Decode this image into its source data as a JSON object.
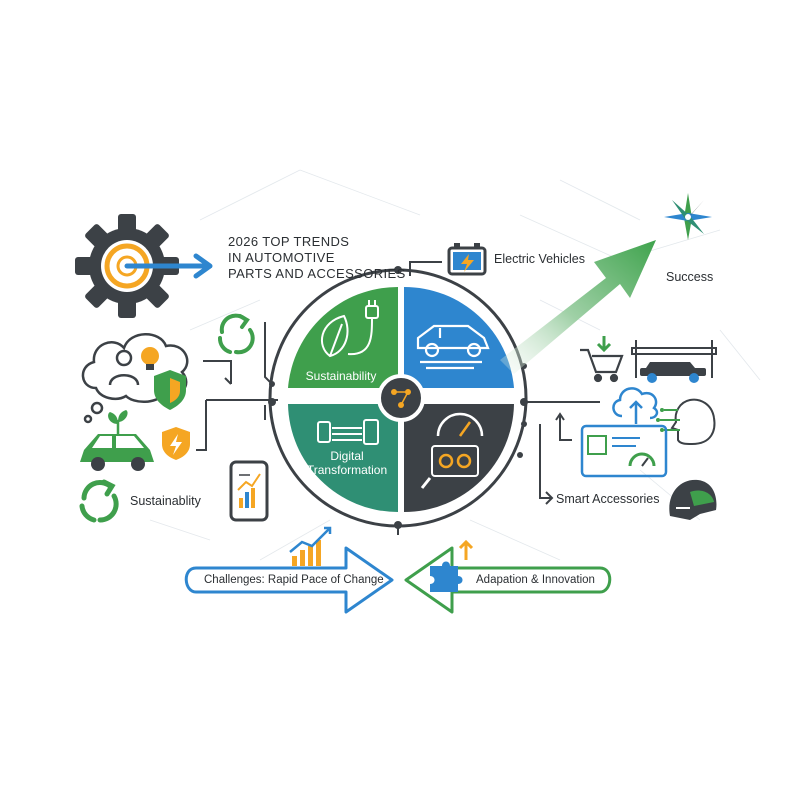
{
  "title": {
    "line1": "2026 TOP TRENDS",
    "line2": "IN AUTOMOTIVE",
    "line3": "PARTS AND ACCESSORIES"
  },
  "labels": {
    "electric_vehicles": "Electric Vehicles",
    "success": "Success",
    "sustainability_left": "Sustainablity",
    "smart_accessories": "Smart Accessories"
  },
  "wheel": {
    "sustainability": "Sustainability",
    "digital_line1": "Digital",
    "digital_line2": "Transformation"
  },
  "arrows": {
    "challenges": "Challenges: Rapid Pace of Change",
    "adaptation": "Adapation & Innovation"
  },
  "colors": {
    "green": "#3f9f4c",
    "blue": "#2e86cf",
    "teal": "#2f8f74",
    "dark": "#3c4146",
    "orange": "#f5a623"
  },
  "icons": [
    "gear-target-icon",
    "battery-icon",
    "compass-star-icon",
    "user-idea-cloud-icon",
    "recycle-icon",
    "eco-car-icon",
    "shield-bolt-icon",
    "smartphone-chart-icon",
    "leaf-plug-icon",
    "car-icon",
    "circuit-icon",
    "devices-icon",
    "gauge-wrench-icon",
    "cart-icon",
    "car-lift-icon",
    "cloud-upload-icon",
    "ai-head-icon",
    "dashboard-screen-icon",
    "helmet-icon",
    "puzzle-icon",
    "growth-chart-icon"
  ]
}
